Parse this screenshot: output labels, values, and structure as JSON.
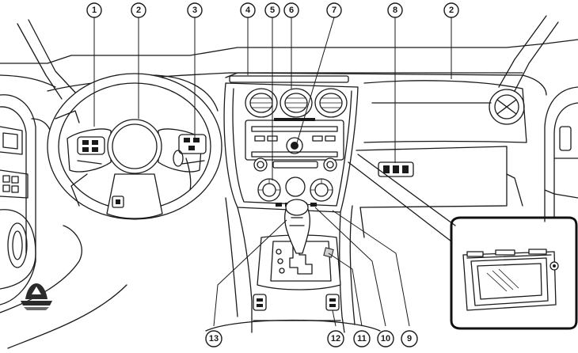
{
  "callouts": [
    {
      "id": "c1",
      "label": "1"
    },
    {
      "id": "c2a",
      "label": "2"
    },
    {
      "id": "c3",
      "label": "3"
    },
    {
      "id": "c4",
      "label": "4"
    },
    {
      "id": "c5",
      "label": "5"
    },
    {
      "id": "c6",
      "label": "6"
    },
    {
      "id": "c7",
      "label": "7"
    },
    {
      "id": "c8",
      "label": "8"
    },
    {
      "id": "c2b",
      "label": "2"
    },
    {
      "id": "c9",
      "label": "9"
    },
    {
      "id": "c10",
      "label": "10"
    },
    {
      "id": "c11",
      "label": "11"
    },
    {
      "id": "c12",
      "label": "12"
    },
    {
      "id": "c13",
      "label": "13"
    }
  ],
  "colors": {
    "line": "#1a1a1a",
    "background": "#ffffff"
  },
  "icons": [
    "car-interior-illustration",
    "watermark-logo-icon"
  ]
}
